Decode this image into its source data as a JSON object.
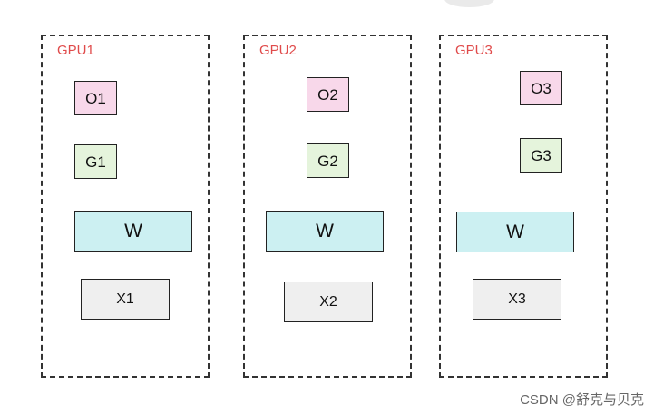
{
  "gpus": [
    {
      "title": "GPU1",
      "o_label": "O1",
      "g_label": "G1",
      "w_label": "W",
      "x_label": "X1"
    },
    {
      "title": "GPU2",
      "o_label": "O2",
      "g_label": "G2",
      "w_label": "W",
      "x_label": "X2"
    },
    {
      "title": "GPU3",
      "o_label": "O3",
      "g_label": "G3",
      "w_label": "W",
      "x_label": "X3"
    }
  ],
  "watermark": "CSDN @舒克与贝克",
  "colors": {
    "title_red": "#e04b4b",
    "o_fill": "#f8d8ea",
    "g_fill": "#e5f4dc",
    "w_fill": "#ccf0f2",
    "x_fill": "#efefef",
    "border": "#333333"
  }
}
